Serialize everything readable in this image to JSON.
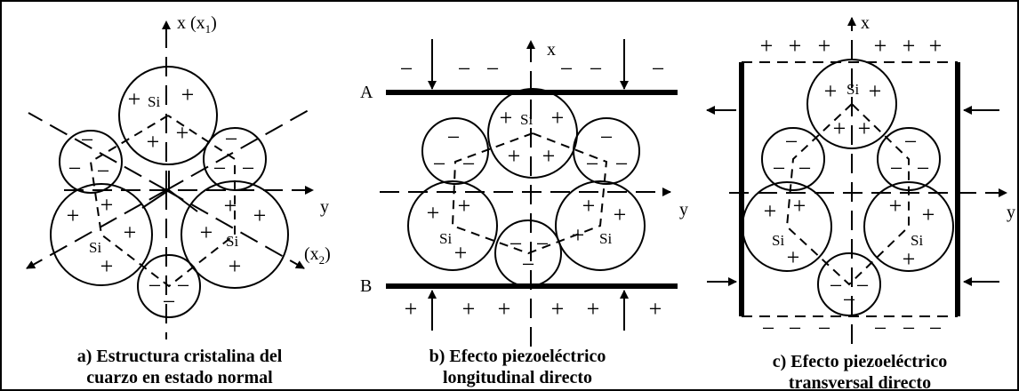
{
  "panel_a": {
    "axis_x": "x (x",
    "axis_x_sub": "1",
    "axis_x_close": ")",
    "axis_y": "y",
    "axis_x2_open": "(x",
    "axis_x2_sub": "2",
    "axis_x2_close": ")",
    "si": "Si",
    "caption_line1": "a) Estructura cristalina del",
    "caption_line2": "cuarzo en estado normal"
  },
  "panel_b": {
    "label_a": "A",
    "label_b": "B",
    "axis_x": "x",
    "axis_y": "y",
    "si": "Si",
    "caption_line1": "b) Efecto piezoeléctrico",
    "caption_line2": "longitudinal directo"
  },
  "panel_c": {
    "axis_x": "x",
    "axis_y": "y",
    "si": "Si",
    "caption_line1": "c) Efecto piezoeléctrico",
    "caption_line2": "transversal directo"
  },
  "symbols": {
    "plus": "+",
    "minus": "−"
  }
}
